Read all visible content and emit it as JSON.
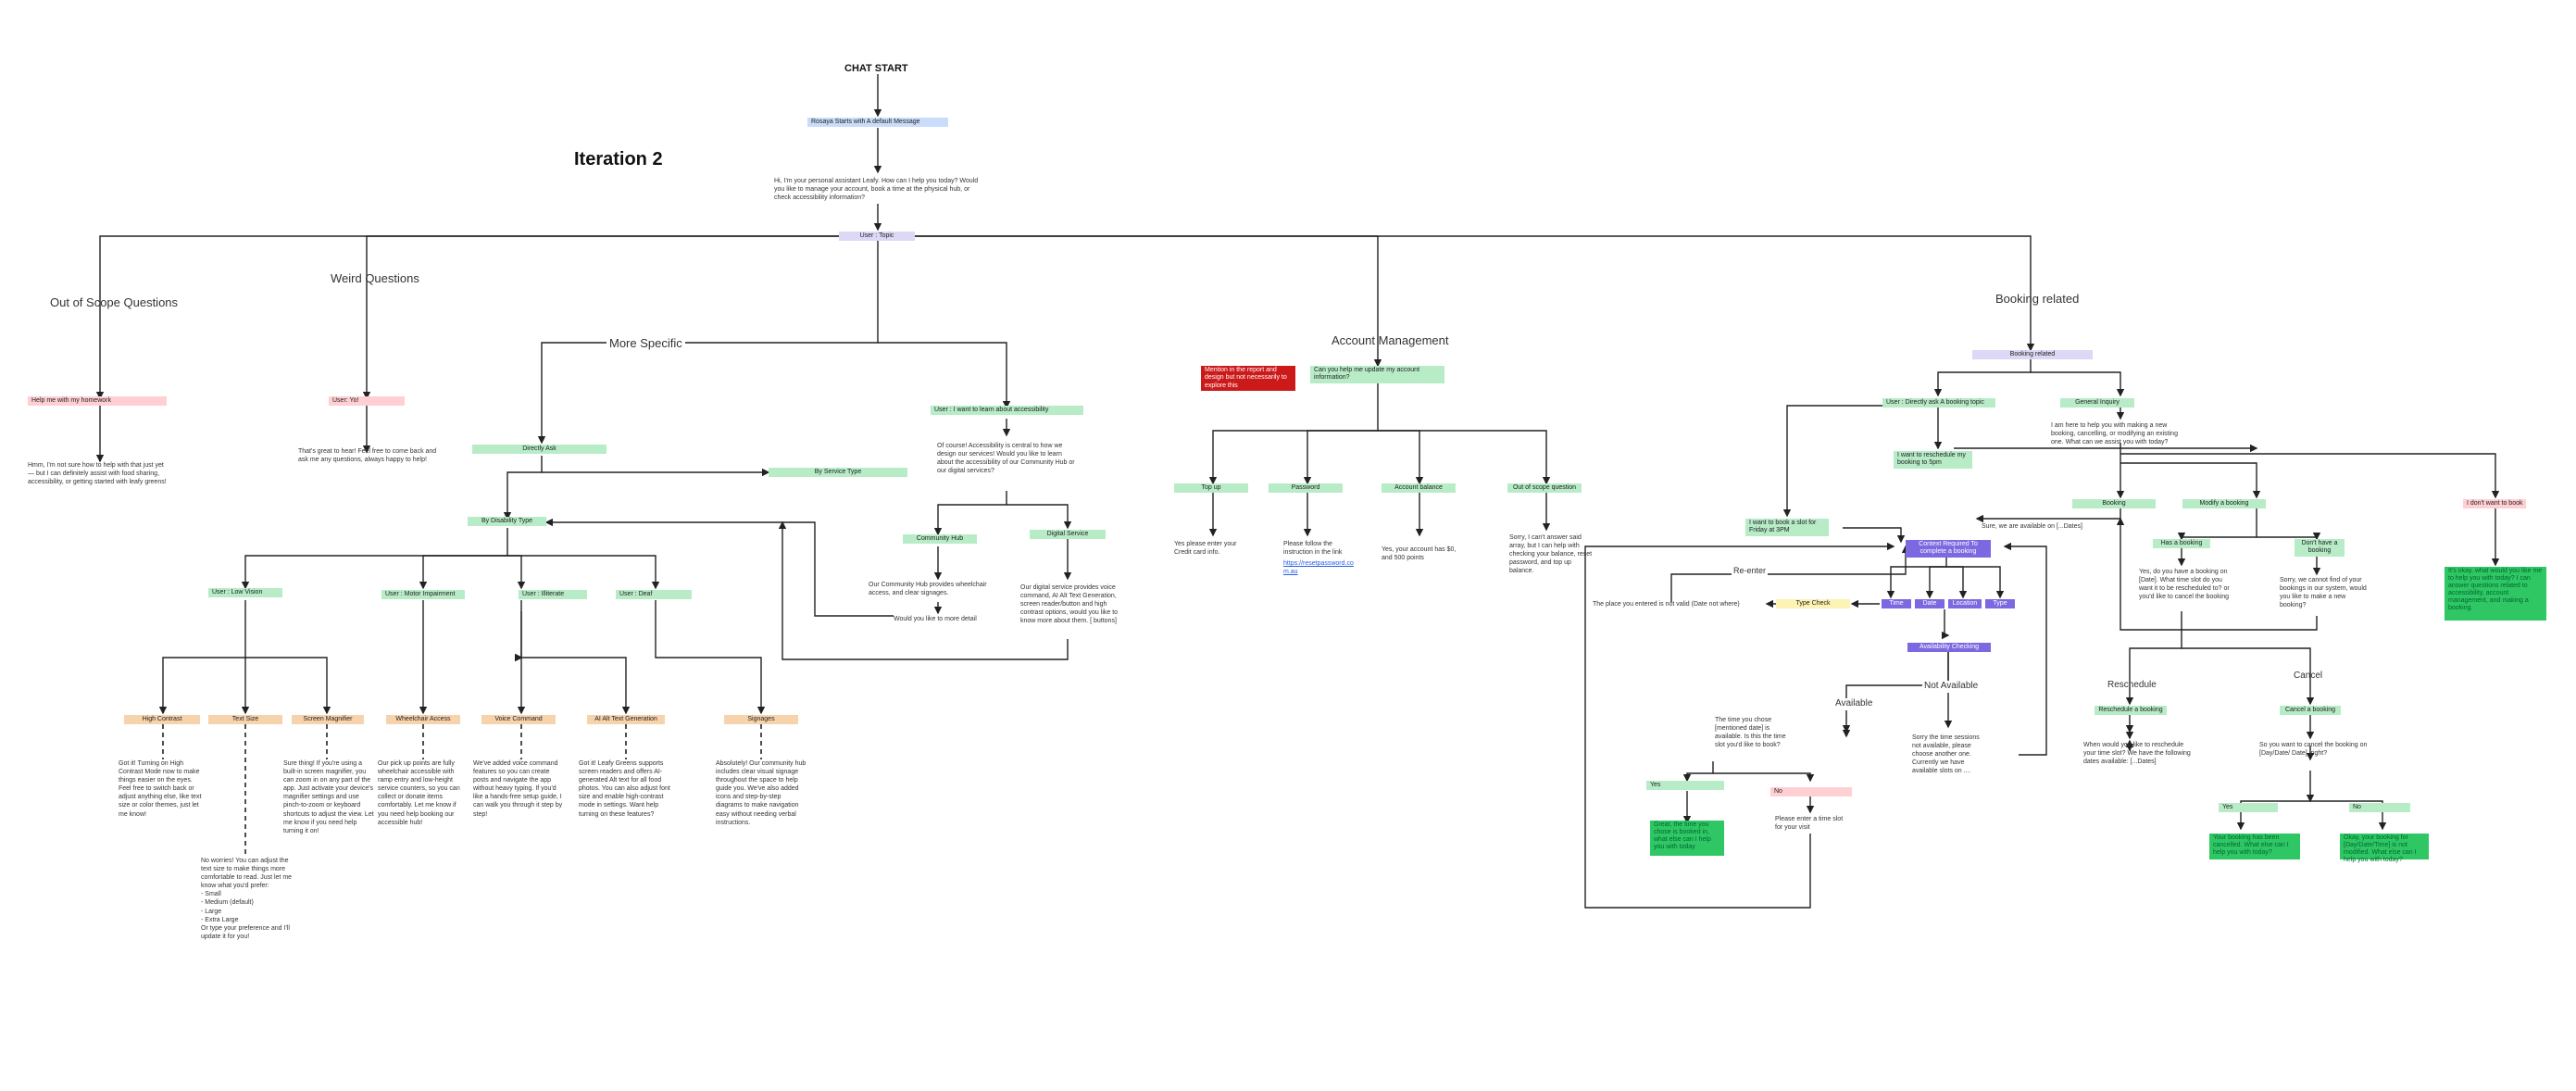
{
  "diagram": {
    "title": "CHAT START",
    "iteration": "Iteration 2",
    "start_message": "Rosaya Starts with A default Message",
    "greeting": "Hi, I'm your personal assistant Leafy. How can I help you today? Would you like to manage your account, book a time at the physical hub, or check accessibility information?",
    "topic_node": "User : Topic",
    "sections": {
      "out_of_scope": "Out of Scope Questions",
      "weird": "Weird Questions",
      "more_specific": "More Specific",
      "account": "Account Management",
      "booking": "Booking related"
    },
    "out_of_scope": {
      "user": "Help me with my homework",
      "reply": "Hmm, I'm not sure how to help with that just yet — but I can definitely assist with food sharing, accessibility, or getting started with leafy greens!"
    },
    "weird": {
      "user": "User: Yo!",
      "reply": "That's great to hear! Feel free to come back and ask me any questions, always happy to help!"
    },
    "accessibility": {
      "directly_ask": "Directly Ask",
      "learn_user": "User : I want to learn about accessibility",
      "learn_reply": "Of course! Accessibility is central to how we design our services! Would you like to learn about the accessibility of our Community Hub or our digital services?",
      "by_service": "By Service Type",
      "by_disability": "By Disability Type",
      "community_hub": "Community Hub",
      "digital_service": "Digital Service",
      "hub_reply": "Our Community Hub provides wheelchair access, and clear signages.",
      "more_detail": "Would you like to more detail",
      "digital_reply": "Our digital service provides voice command, AI Alt Text Generation, screen reader/button and high contrast options, would you like to know more about them. [ buttons]",
      "disabilities": [
        "User : Low Vision",
        "User : Motor Impairment",
        "User : Illiterate",
        "User : Deaf"
      ],
      "features": [
        "High Contrast",
        "Text Size",
        "Screen Magnifier",
        "Wheelchair Access",
        "Voice Command",
        "AI Alt Text Generation",
        "Signages"
      ],
      "feature_replies": [
        "Got it! Turning on High Contrast Mode now to make things easier on the eyes. Feel free to switch back or adjust anything else, like text size or color themes, just let me know!",
        "Sure thing! If you're using a built-in screen magnifier, you can zoom in on any part of the app. Just activate your device's magnifier settings and use pinch-to-zoom or keyboard shortcuts to adjust the view. Let me know if you need help turning it on!",
        "Our pick up points are fully wheelchair accessible with ramp entry and low-height service counters, so you can collect or donate items comfortably. Let me know if you need help booking our accessible hub!",
        "We've added voice command features so you can create posts and navigate the app without heavy typing. If you'd like a hands-free setup guide, I can walk you through it step by step!",
        "Got it! Leafy Greens supports screen readers and offers AI-generated Alt text for all food photos. You can also adjust font size and enable high-contrast mode in settings. Want help turning on these features?",
        "Absolutely! Our community hub includes clear visual signage throughout the space to help guide you. We've also added icons and step-by-step diagrams to make navigation easy without needing verbal instructions."
      ],
      "text_size_reply": "No worries! You can adjust the text size to make things more comfortable to read. Just let me know what you'd prefer:\n- Small\n- Medium (default)\n- Large\n- Extra Large\nOr type your preference and I'll update it for you!"
    },
    "account": {
      "warning": "Mention in the report and design but not necessarily to explore this",
      "user": "Can you help me update my account information?",
      "options": [
        "Top up",
        "Password",
        "Account balance",
        "Out of scope question"
      ],
      "replies": [
        "Yes please enter your Credit card info.",
        "Please follow the instruction in the link",
        "Yes, your account has $0, and 500 points",
        "Sorry, I can't answer said array, but I can help with checking your balance, reset password, and top up balance."
      ],
      "link": "https://resetpassword.com.au"
    },
    "booking": {
      "node": "Booking related",
      "directly": "User : Directly ask A booking topic",
      "general": "General Inquiry",
      "general_reply": "I am here to help you with making a new booking, cancelling, or modifying an existing one. What can we assist you with today?",
      "reschedule_user": "I want to reschedule my booking to 5pm",
      "book_user": "I want to book a slot for Friday at 3PM",
      "sure": "Sure, we are available on [...Dates]",
      "context": "Context Required To complete a booking",
      "reenter": "Re-enter",
      "invalid": "The place you entered is not valid (Date not where)",
      "type_check": "Type Check",
      "fields": [
        "Time",
        "Date",
        "Location",
        "Type"
      ],
      "availability": "Availability Checking",
      "available": "Available",
      "not_available": "Not Available",
      "available_reply": "The time you chose [mentioned date] is available. Is this the time slot you'd like to book?",
      "not_available_reply": "Sorry the time sessions not available, please choose another one. Currently we have available slots on ....",
      "yes": "Yes",
      "no": "No",
      "yes_reply": "Great, the time you chose is booked in, what else can I help you with today",
      "no_reply": "Please enter a time slot for your visit",
      "booking": "Booking",
      "modify": "Modify a booking",
      "has": "Has a booking",
      "dont_have": "Don't have a booking",
      "has_reply": "Yes, do you have a booking on [Date]. What time slot do you want it to be rescheduled to? or you'd like to cancel the booking",
      "dont_reply": "Sorry, we cannot find of your bookings in our system, would you like to make a new booking?",
      "reschedule": "Reschedule",
      "cancel": "Cancel",
      "resched_node": "Reschedule a booking",
      "cancel_node": "Cancel a booking",
      "resched_reply": "When would you like to reschedule your time slot? We have the following dates available: [...Dates]",
      "cancel_reply": "So you want to cancel the booking on [Day/Date/ Date], right?",
      "yes_cancel_reply": "Your booking has been cancelled. What else can I help you with today?",
      "no_cancel_reply": "Okay, your booking for [Day/Date/Time] is not modified. What else can I help you with today?",
      "dont_book": "I don't want to book",
      "dont_book_reply": "It's okay, what would you like me to help you with today? I can answer questions related to accessibility, account management, and making a booking."
    }
  }
}
